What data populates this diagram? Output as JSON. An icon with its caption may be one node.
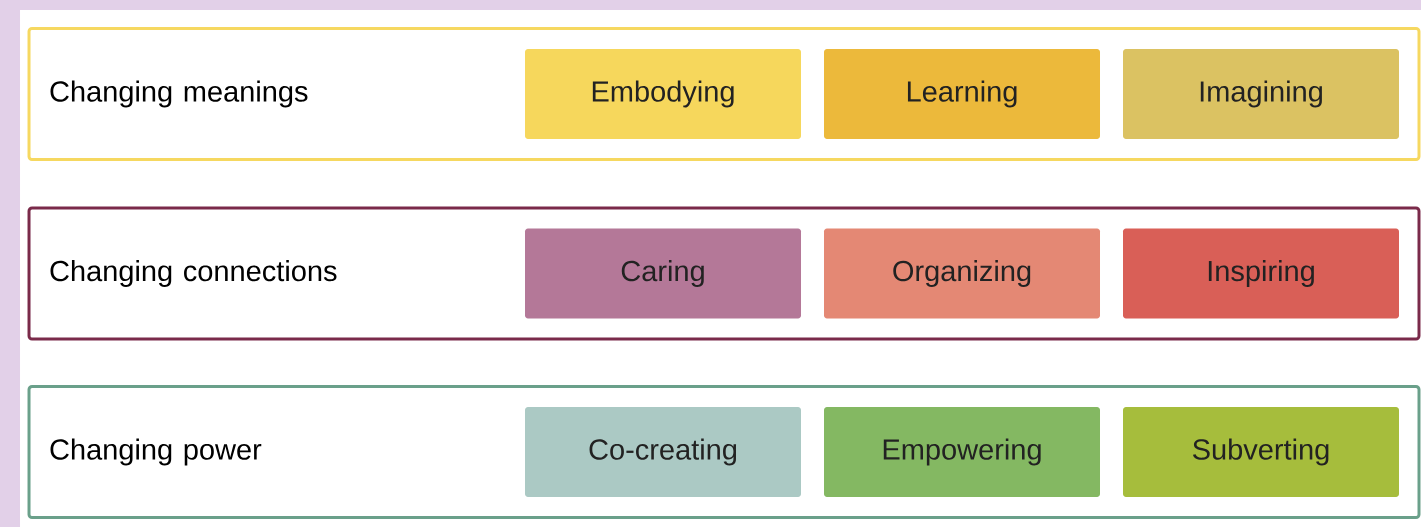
{
  "diagram": {
    "nodes": [
      {
        "text": [
          "Changing meanings"
        ]
      },
      {
        "text": [
          "Embodying"
        ],
        "in": 0
      },
      {
        "text": [
          "Learning"
        ],
        "in": 0
      },
      {
        "text": [
          "Imagining"
        ],
        "in": 0
      },
      {
        "text": [
          "Changing connections"
        ]
      },
      {
        "text": [
          "Caring"
        ],
        "in": 4
      },
      {
        "text": [
          "Organizing"
        ],
        "in": 4
      },
      {
        "text": [
          "Inspiring"
        ],
        "in": 4
      },
      {
        "text": [
          "Changing power"
        ]
      },
      {
        "text": [
          "Co-creating"
        ],
        "in": 8
      },
      {
        "text": [
          "Empowering"
        ],
        "in": 8
      },
      {
        "text": [
          "Subverting"
        ],
        "in": 8
      }
    ]
  }
}
